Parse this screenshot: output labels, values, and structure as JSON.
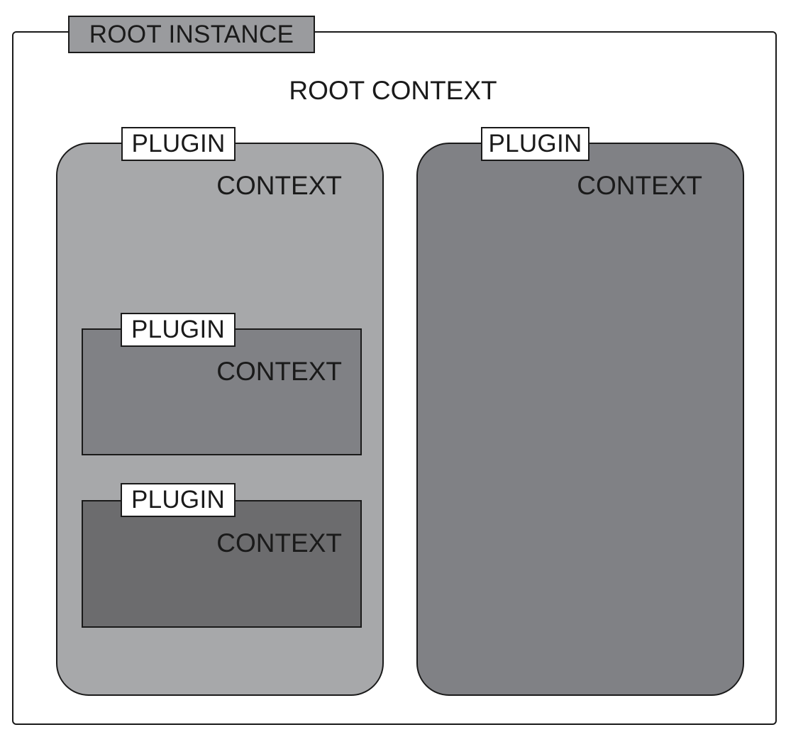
{
  "root": {
    "instance_label": "ROOT INSTANCE",
    "context_label": "ROOT CONTEXT"
  },
  "plugins": {
    "left": {
      "tag": "PLUGIN",
      "context": "CONTEXT",
      "fill": "#a7a8aa"
    },
    "right": {
      "tag": "PLUGIN",
      "context": "CONTEXT",
      "fill": "#808185"
    },
    "inner_top": {
      "tag": "PLUGIN",
      "context": "CONTEXT",
      "fill": "#808185"
    },
    "inner_bottom": {
      "tag": "PLUGIN",
      "context": "CONTEXT",
      "fill": "#6c6c6e"
    }
  },
  "colors": {
    "root_tag_fill": "#9a9b9e",
    "border": "#1a1a1a"
  }
}
